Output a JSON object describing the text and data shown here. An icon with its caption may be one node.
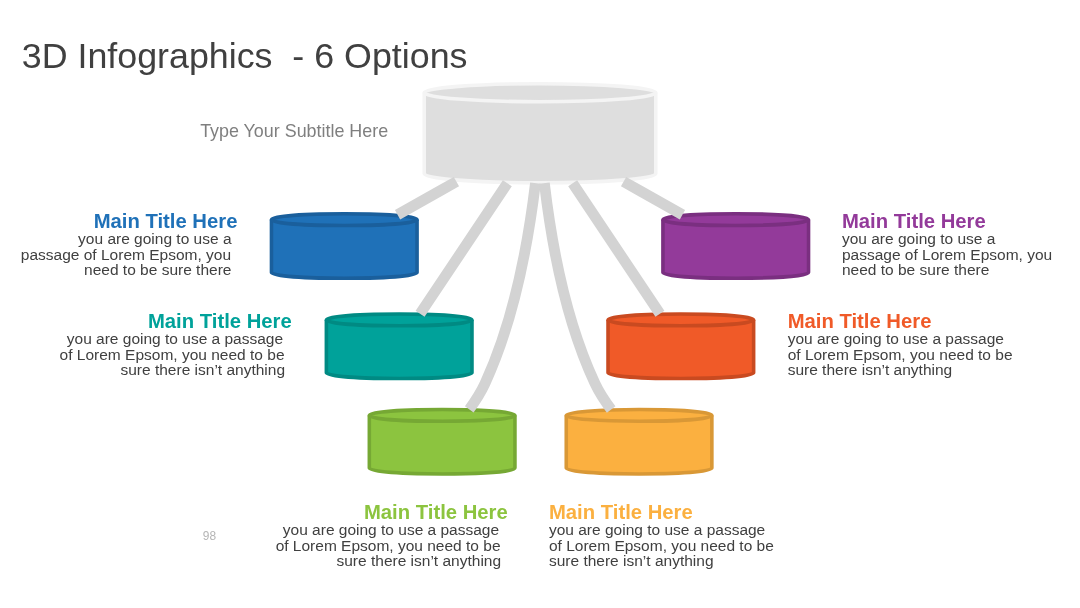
{
  "diagram": {
    "title": "3D Infographics  - 6 Options",
    "nodes": [
      {
        "text": [],
        "shape": "cylinder"
      },
      {
        "text": [],
        "shape": "cylinder",
        "beside": [
          "Main Title Here",
          "you are going to use a passage of Lorem Epsom, you need to be sure there"
        ]
      },
      {
        "text": [],
        "shape": "cylinder",
        "beside": [
          "Main Title Here",
          "you are going to use a passage of Lorem Epsom, you need to be sure there isn’t anything"
        ]
      },
      {
        "text": [],
        "shape": "cylinder",
        "beside": [
          "Main Title Here",
          "you are going to use a passage of Lorem Epsom, you need to be sure there isn’t anything"
        ]
      },
      {
        "text": [],
        "shape": "cylinder",
        "beside": [
          "Main Title Here",
          "you are going to use a passage of Lorem Epsom, you need to be sure there isn’t anything"
        ]
      },
      {
        "text": [],
        "shape": "cylinder",
        "beside": [
          "Main Title Here",
          "you are going to use a passage of Lorem Epsom, you need to be sure there isn’t anything"
        ]
      },
      {
        "text": [],
        "shape": "cylinder",
        "beside": [
          "Main Title Here",
          "you are going to use a passage of Lorem Epsom, you need to be sure there"
        ]
      }
    ],
    "edges": [
      {
        "from": 0,
        "to": 1,
        "arrow": "none"
      },
      {
        "from": 0,
        "to": 2,
        "arrow": "none"
      },
      {
        "from": 0,
        "to": 3,
        "arrow": "none"
      },
      {
        "from": 0,
        "to": 4,
        "arrow": "none"
      },
      {
        "from": 0,
        "to": 5,
        "arrow": "none"
      },
      {
        "from": 0,
        "to": 6,
        "arrow": "none"
      }
    ],
    "labels": [
      "Type Your Subtitle Here",
      "98"
    ]
  }
}
